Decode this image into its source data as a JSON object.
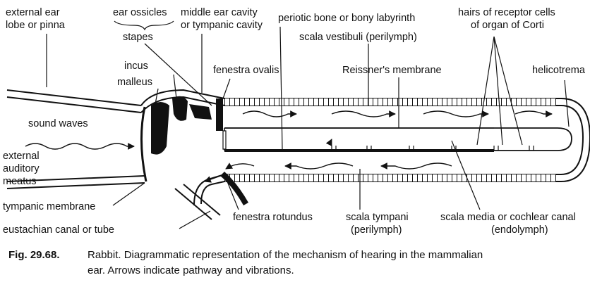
{
  "labels": {
    "external_ear": [
      "external ear",
      "lobe or pinna"
    ],
    "ear_ossicles": "ear ossicles",
    "stapes": "stapes",
    "middle_ear": [
      "middle ear cavity",
      "or tympanic cavity"
    ],
    "periotic": "periotic bone or bony labyrinth",
    "hairs": [
      "hairs of receptor cells",
      "of organ of Corti"
    ],
    "scala_vestibuli": "scala vestibuli (perilymph)",
    "incus": "incus",
    "malleus": "malleus",
    "fenestra_ovalis": "fenestra ovalis",
    "reissner": "Reissner's membrane",
    "helicotrema": "helicotrema",
    "sound_waves": "sound waves",
    "external_auditory_meatus": [
      "external",
      "auditory",
      "meatus"
    ],
    "tympanic_membrane": "tympanic membrane",
    "fenestra_rotundus": "fenestra rotundus",
    "scala_tympani": [
      "scala tympani",
      "(perilymph)"
    ],
    "scala_media": [
      "scala media or cochlear canal",
      "(endolymph)"
    ],
    "eustachian": "eustachian canal or tube"
  },
  "caption": {
    "number": "Fig. 29.68.",
    "line1": "Rabbit. Diagrammatic representation of the mechanism of hearing in the mammalian",
    "line2": "ear. Arrows indicate pathway and vibrations."
  }
}
